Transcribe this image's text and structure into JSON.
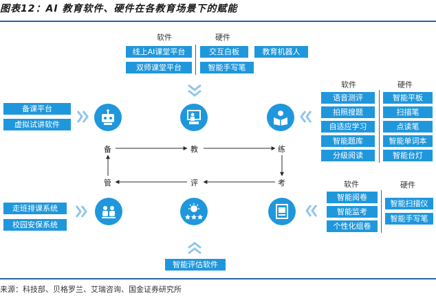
{
  "title": "图表12：AI 教育软件、硬件在各教育场景下的赋能",
  "source": "来源：科技部、贝格罗兰、艾瑞咨询、国金证券研究所",
  "nodes": {
    "prepare": "备",
    "teach": "教",
    "practice": "练",
    "exam": "考",
    "evaluate": "评",
    "manage": "管"
  },
  "top": {
    "software_header": "软件",
    "hardware_header": "硬件",
    "software": [
      "线上AI课堂平台",
      "双师课堂平台"
    ],
    "hardware": [
      "交互白板",
      "教育机器人",
      "智能手写笔"
    ]
  },
  "left_top": {
    "software": [
      "备课平台",
      "虚拟试讲软件"
    ]
  },
  "right_top": {
    "software_header": "软件",
    "hardware_header": "硬件",
    "software": [
      "语音测评",
      "拍照搜题",
      "自适应学习",
      "智能题库",
      "分级阅读"
    ],
    "hardware": [
      "智能平板",
      "扫描笔",
      "点读笔",
      "智能单词本",
      "智能台灯"
    ]
  },
  "right_bottom": {
    "software_header": "软件",
    "hardware_header": "硬件",
    "software": [
      "智能阅卷",
      "智能监考",
      "个性化组卷"
    ],
    "hardware": [
      "智能扫描仪",
      "智能手写笔"
    ]
  },
  "left_bottom": {
    "software": [
      "走班排课系统",
      "校园安保系统"
    ]
  },
  "bottom": {
    "software": [
      "智能评估软件"
    ]
  },
  "colors": {
    "accent": "#1f97dc",
    "arrow": "#8ec5ea",
    "rule": "#2b5fa8"
  },
  "icons": [
    "robot-icon",
    "teacher-icon",
    "reader-icon",
    "exam-paper-icon",
    "team-icon",
    "award-stars-icon"
  ]
}
